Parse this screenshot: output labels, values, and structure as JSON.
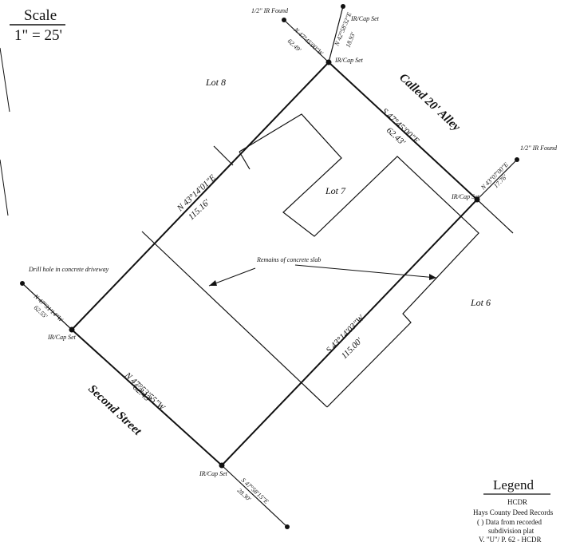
{
  "scale": {
    "title": "Scale",
    "value": "1\" = 25'"
  },
  "streets": {
    "alley": "Called 20' Alley",
    "second": "Second Street"
  },
  "lots": {
    "lot8": "Lot 8",
    "lot7": "Lot 7",
    "lot6": "Lot 6"
  },
  "slab_note": "Remains of concrete slab",
  "monuments": {
    "iron_found_top": "1/2\" IR Found",
    "cap_set_top_right": "IR/Cap Set",
    "cap_set_north": "IR/Cap Set",
    "iron_found_right": "1/2\" IR Found",
    "cap_set_east": "IR/Cap Set",
    "drill_hole": "Drill hole in concrete driveway",
    "cap_set_west": "IR/Cap Set",
    "cap_set_south": "IR/Cap Set"
  },
  "calls": {
    "tie_top_left": {
      "bearing": "N 47°45'00\"W",
      "distance": "62.49'"
    },
    "tie_top_right": {
      "bearing": "N 42°58'32\"E",
      "distance": "18.93'"
    },
    "alley_line": {
      "bearing": "S 47°45'00\"E",
      "distance": "62.43'"
    },
    "tie_right": {
      "bearing": "N 43°07'00\"E",
      "distance": "17.76'"
    },
    "west_line": {
      "bearing": "N 43°14'01\"E",
      "distance": "115.16'"
    },
    "tie_left": {
      "bearing": "N 47°31'14\"W",
      "distance": "62.55'"
    },
    "east_line": {
      "bearing": "S 43°14'03\"W",
      "distance": "115.00'"
    },
    "street_line": {
      "bearing": "N 47°53'55\"W",
      "distance": "62.43'"
    },
    "tie_bottom": {
      "bearing": "S 47°58'15\"E",
      "distance": "28.30'"
    }
  },
  "legend": {
    "title": "Legend",
    "lines": [
      "HCDR",
      "Hays County Deed Records",
      "( ) Data from recorded",
      "subdivision plat",
      "V. \"U\"/ P. 62 - HCDR"
    ]
  }
}
